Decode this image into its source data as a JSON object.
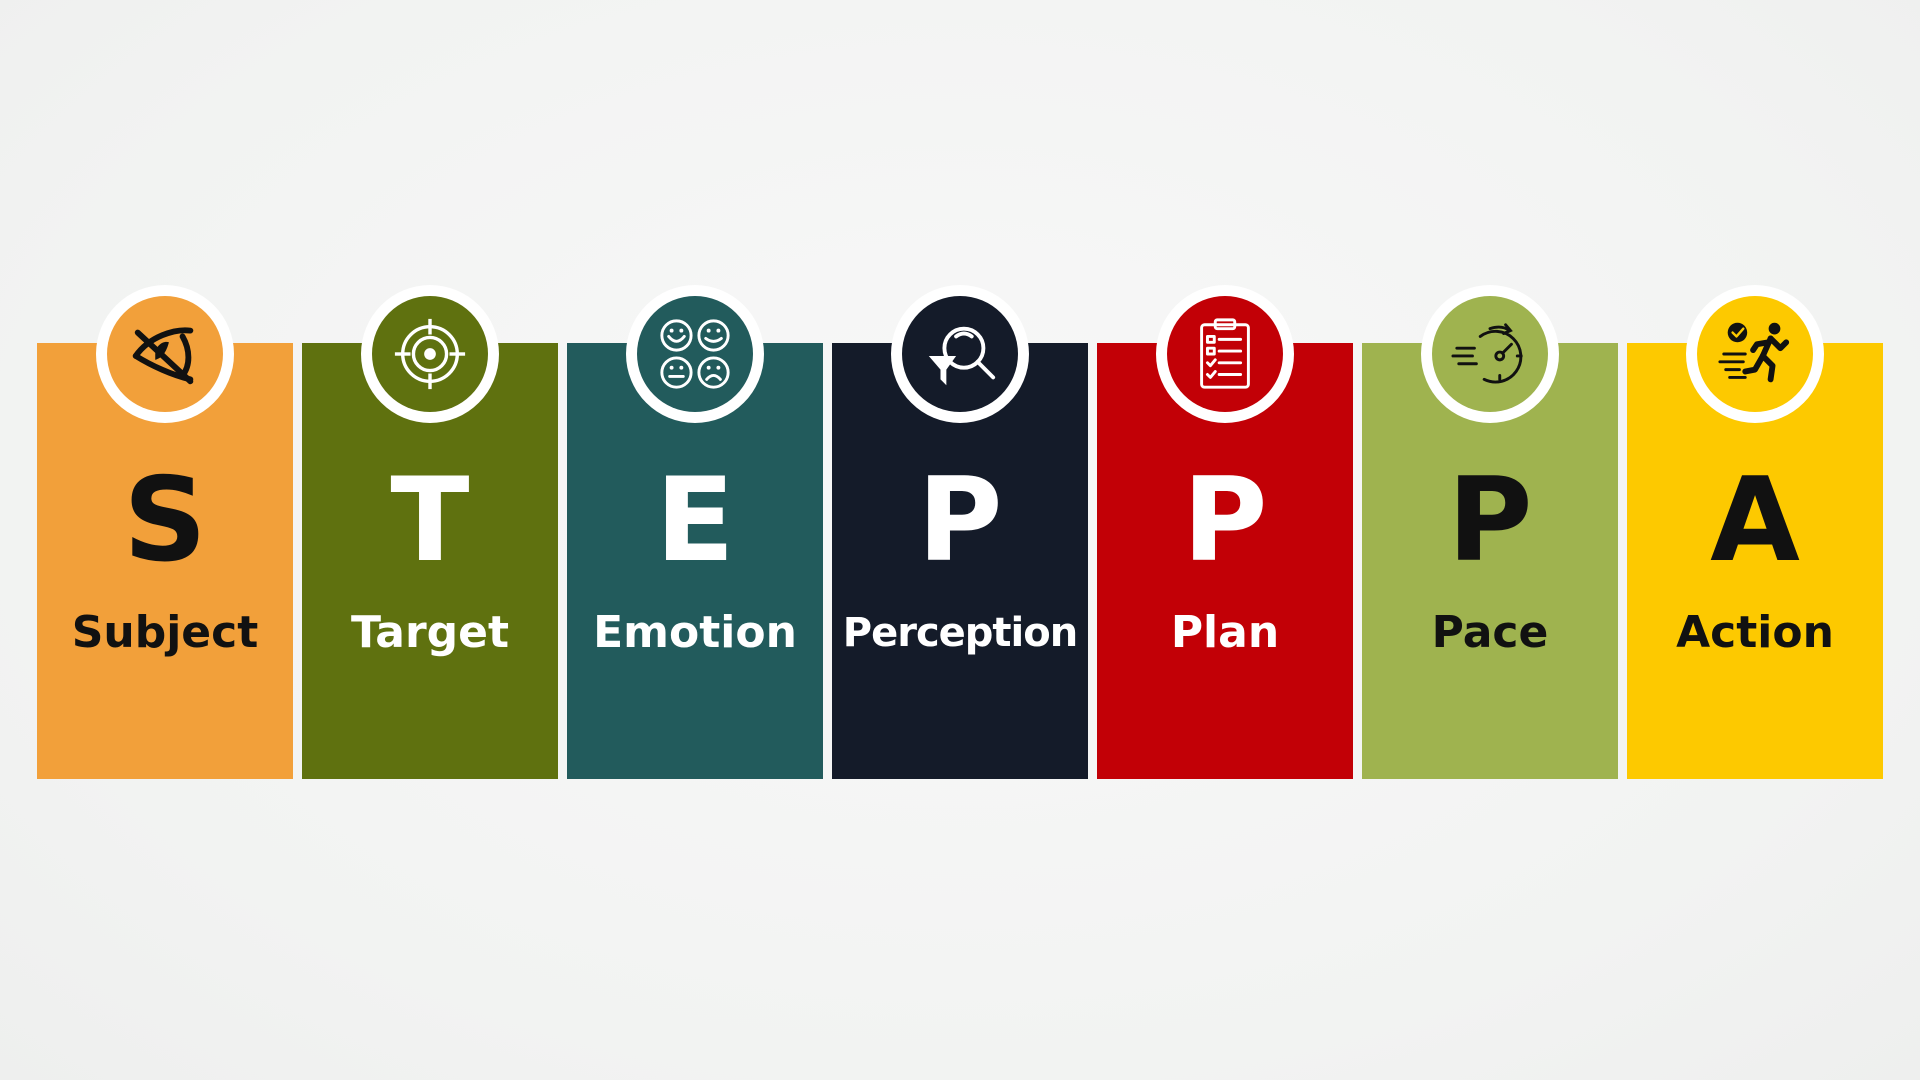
{
  "steps": [
    {
      "letter": "S",
      "word": "Subject",
      "color": "#f2a03a",
      "text_color": "#111111",
      "icon": "eye-icon",
      "icon_color": "#111111"
    },
    {
      "letter": "T",
      "word": "Target",
      "color": "#5f710f",
      "text_color": "#ffffff",
      "icon": "target-icon",
      "icon_color": "#ffffff"
    },
    {
      "letter": "E",
      "word": "Emotion",
      "color": "#225b5c",
      "text_color": "#ffffff",
      "icon": "emotions-icon",
      "icon_color": "#ffffff"
    },
    {
      "letter": "P",
      "word": "Perception",
      "color": "#141b29",
      "text_color": "#ffffff",
      "icon": "filter-search-icon",
      "icon_color": "#ffffff"
    },
    {
      "letter": "P",
      "word": "Plan",
      "color": "#c20006",
      "text_color": "#ffffff",
      "icon": "clipboard-checklist-icon",
      "icon_color": "#ffffff"
    },
    {
      "letter": "P",
      "word": "Pace",
      "color": "#9fb34f",
      "text_color": "#111111",
      "icon": "speedometer-icon",
      "icon_color": "#111111"
    },
    {
      "letter": "A",
      "word": "Action",
      "color": "#fdc900",
      "text_color": "#111111",
      "icon": "running-person-icon",
      "icon_color": "#111111"
    }
  ]
}
